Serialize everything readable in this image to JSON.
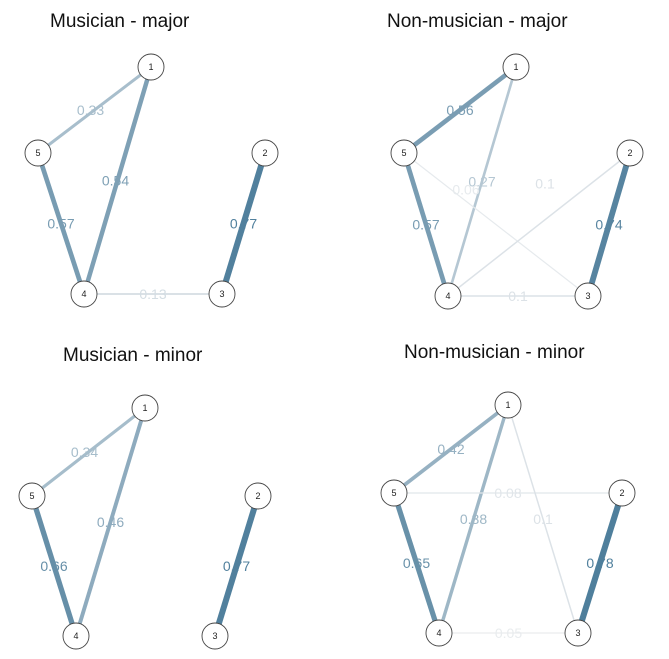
{
  "panels": [
    {
      "title": "Musician - major",
      "nodes": [
        "1",
        "2",
        "3",
        "4",
        "5"
      ],
      "edges": [
        {
          "from": "5",
          "to": "1",
          "weight": 0.33,
          "label": "0.33"
        },
        {
          "from": "4",
          "to": "1",
          "weight": 0.54,
          "label": "0.54"
        },
        {
          "from": "5",
          "to": "4",
          "weight": 0.57,
          "label": "0.57"
        },
        {
          "from": "2",
          "to": "3",
          "weight": 0.77,
          "label": "0.77"
        },
        {
          "from": "4",
          "to": "3",
          "weight": 0.13,
          "label": "0.13"
        }
      ]
    },
    {
      "title": "Non-musician - major",
      "nodes": [
        "1",
        "2",
        "3",
        "4",
        "5"
      ],
      "edges": [
        {
          "from": "5",
          "to": "1",
          "weight": 0.56,
          "label": "0.56"
        },
        {
          "from": "4",
          "to": "1",
          "weight": 0.27,
          "label": "0.27"
        },
        {
          "from": "5",
          "to": "4",
          "weight": 0.57,
          "label": "0.57"
        },
        {
          "from": "5",
          "to": "3",
          "weight": 0.06,
          "label": "0.06"
        },
        {
          "from": "4",
          "to": "2",
          "weight": 0.1,
          "label": "0.1"
        },
        {
          "from": "2",
          "to": "3",
          "weight": 0.74,
          "label": "0.74"
        },
        {
          "from": "4",
          "to": "3",
          "weight": 0.1,
          "label": "0.1"
        }
      ]
    },
    {
      "title": "Musician - minor",
      "nodes": [
        "1",
        "2",
        "3",
        "4",
        "5"
      ],
      "edges": [
        {
          "from": "5",
          "to": "1",
          "weight": 0.34,
          "label": "0.34"
        },
        {
          "from": "4",
          "to": "1",
          "weight": 0.46,
          "label": "0.46"
        },
        {
          "from": "5",
          "to": "4",
          "weight": 0.66,
          "label": "0.66"
        },
        {
          "from": "2",
          "to": "3",
          "weight": 0.77,
          "label": "0.77"
        }
      ]
    },
    {
      "title": "Non-musician - minor",
      "nodes": [
        "1",
        "2",
        "3",
        "4",
        "5"
      ],
      "edges": [
        {
          "from": "5",
          "to": "1",
          "weight": 0.42,
          "label": "0.42"
        },
        {
          "from": "4",
          "to": "1",
          "weight": 0.38,
          "label": "0.38"
        },
        {
          "from": "5",
          "to": "4",
          "weight": 0.65,
          "label": "0.65"
        },
        {
          "from": "5",
          "to": "2",
          "weight": 0.08,
          "label": "0.08"
        },
        {
          "from": "1",
          "to": "3",
          "weight": 0.1,
          "label": "0.1"
        },
        {
          "from": "2",
          "to": "3",
          "weight": 0.78,
          "label": "0.78"
        },
        {
          "from": "4",
          "to": "3",
          "weight": 0.05,
          "label": "0.05"
        }
      ]
    }
  ],
  "colors": {
    "edge_strong": "#4f7f9c",
    "edge_weak": "#eceef0",
    "node_fill": "#ffffff",
    "node_stroke": "#444444",
    "background": "#ffffff"
  }
}
